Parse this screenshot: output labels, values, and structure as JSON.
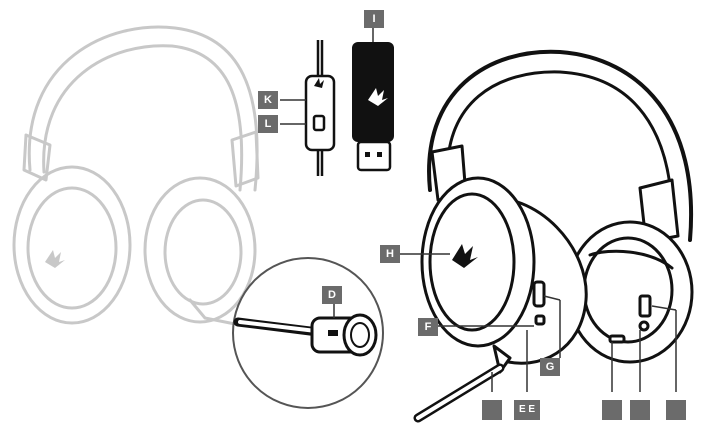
{
  "callouts": {
    "D": "D",
    "F": "F",
    "G": "G",
    "H": "H",
    "I": "I",
    "K": "K",
    "L": "L",
    "E": "E E",
    "blank1": "",
    "blank2": "",
    "blank3": "",
    "blank4": "",
    "blank5": ""
  },
  "colors": {
    "ghost_outline": "#c8c8c8",
    "ink": "#111111",
    "callout_fill": "#6b6b6b",
    "callout_text": "#ffffff"
  },
  "icons": [
    "headset-ghost-outline",
    "headset-main-outline",
    "usb-dongle-icon",
    "inline-controller-icon",
    "microphone-zoom-icon",
    "brand-sail-logo"
  ]
}
